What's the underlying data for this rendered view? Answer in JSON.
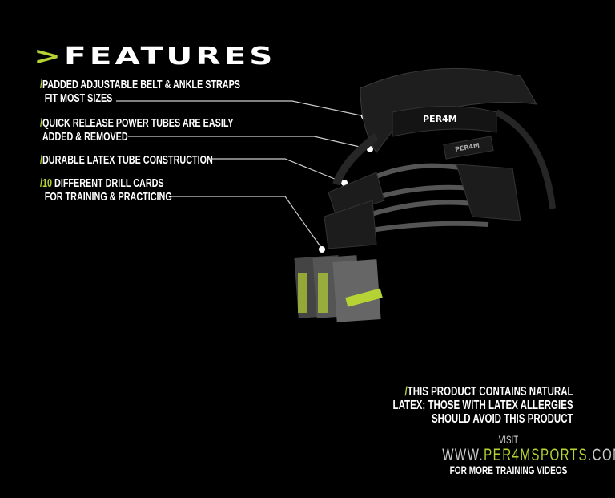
{
  "title": {
    "chevron": ">",
    "text": "FEATURES"
  },
  "features": [
    {
      "slash": "/",
      "line1": "PADDED ADJUSTABLE BELT & ANKLE STRAPS",
      "line2": "FIT MOST SIZES"
    },
    {
      "slash": "/",
      "line1": "QUICK RELEASE POWER TUBES ARE EASILY",
      "line2": "ADDED & REMOVED"
    },
    {
      "slash": "/",
      "line1": "DURABLE LATEX TUBE CONSTRUCTION"
    },
    {
      "slash": "/",
      "highlight": "10",
      "line1": " DIFFERENT DRILL CARDS",
      "line2": "FOR TRAINING & PRACTICING"
    }
  ],
  "warning": {
    "slash": "/",
    "line1": "THIS PRODUCT CONTAINS NATURAL",
    "line2": "LATEX; THOSE WITH LATEX ALLERGIES",
    "line3": "SHOULD AVOID THIS PRODUCT"
  },
  "visit": {
    "label": "VISIT",
    "url_prefix": "WWW.",
    "url_brand": "PER4MSPORTS",
    "url_suffix": ".COM",
    "tagline": "FOR MORE TRAINING VIDEOS"
  },
  "logo": "PER4M",
  "colors": {
    "accent": "#b5d334",
    "background": "#000000"
  }
}
